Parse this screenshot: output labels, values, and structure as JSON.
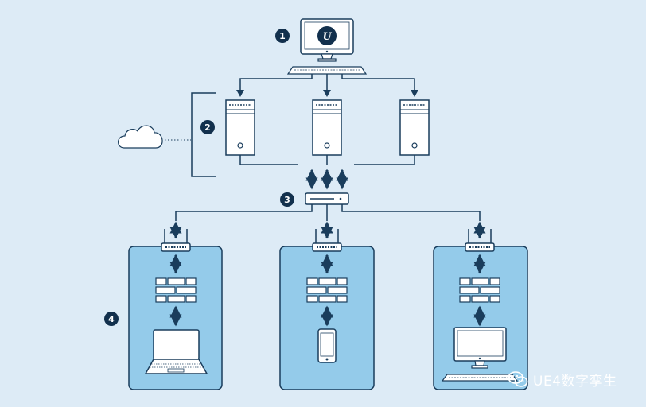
{
  "diagram": {
    "step_labels": [
      "1",
      "2",
      "3",
      "4"
    ],
    "nodes": {
      "top": {
        "icon": "computer-with-unreal-logo-icon",
        "logo_text": "U"
      },
      "servers": [
        "server-icon",
        "server-icon",
        "server-icon"
      ],
      "cloud": "cloud-icon",
      "switch": "network-switch-icon",
      "clients": [
        {
          "router": "wifi-router-icon",
          "firewall": "firewall-icon",
          "device": "laptop-icon"
        },
        {
          "router": "wifi-router-icon",
          "firewall": "firewall-icon",
          "device": "smartphone-icon"
        },
        {
          "router": "wifi-router-icon",
          "firewall": "firewall-icon",
          "device": "desktop-computer-icon"
        }
      ]
    }
  },
  "colors": {
    "background": "#ddebf6",
    "panel": "#94cbea",
    "stroke": "#1a3d5c",
    "badge": "#12304d",
    "device_fill": "#ffffff"
  },
  "watermark": {
    "text": "UE4数字孪生",
    "icon": "wechat-icon"
  }
}
